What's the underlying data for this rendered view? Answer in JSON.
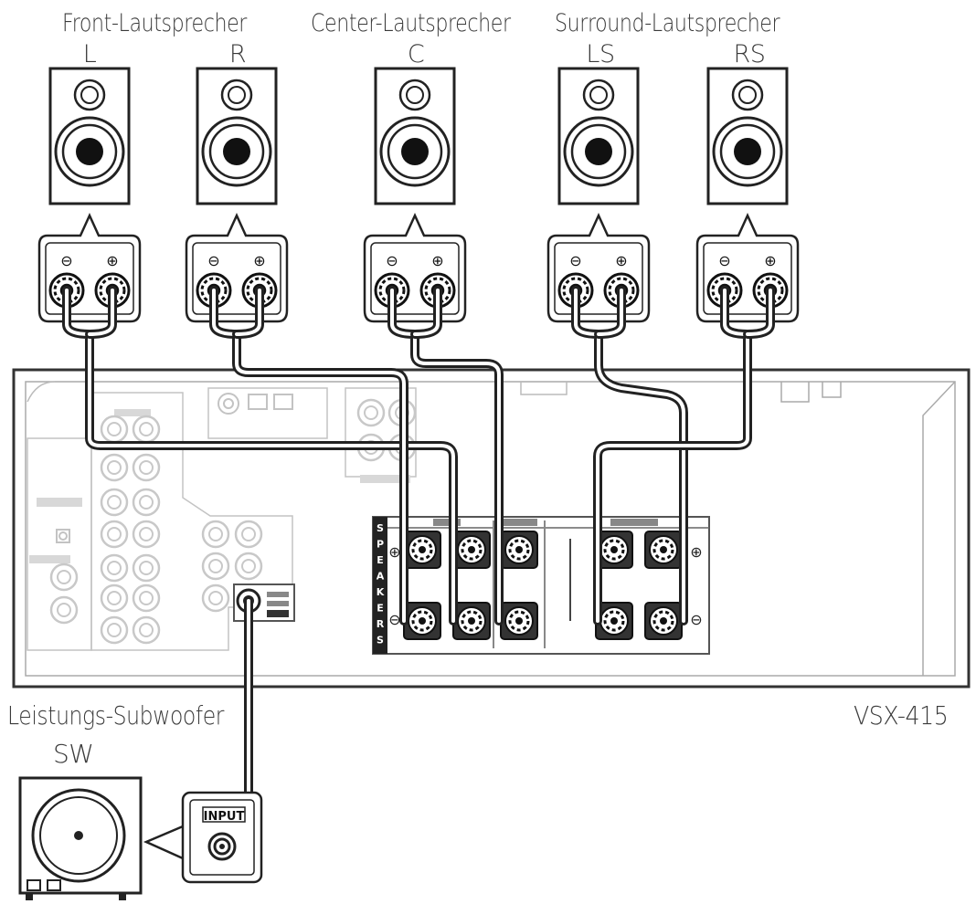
{
  "headers": {
    "front": "Front-Lautsprecher",
    "center": "Center-Lautsprecher",
    "surround": "Surround-Lautsprecher"
  },
  "speakers": [
    {
      "code": "L"
    },
    {
      "code": "R"
    },
    {
      "code": "C"
    },
    {
      "code": "LS"
    },
    {
      "code": "RS"
    }
  ],
  "subwoofer": {
    "title": "Leistungs-Subwoofer",
    "code": "SW",
    "input_label": "INPUT"
  },
  "receiver": {
    "model": "VSX-415",
    "panel_letters": [
      "S",
      "P",
      "E",
      "A",
      "K",
      "E",
      "R",
      "S"
    ],
    "plus_symbol": "⊕",
    "minus_symbol": "⊖"
  },
  "colors": {
    "line": "#222222",
    "panel": "#8a8a8a",
    "faded": "#c8c8c8"
  }
}
